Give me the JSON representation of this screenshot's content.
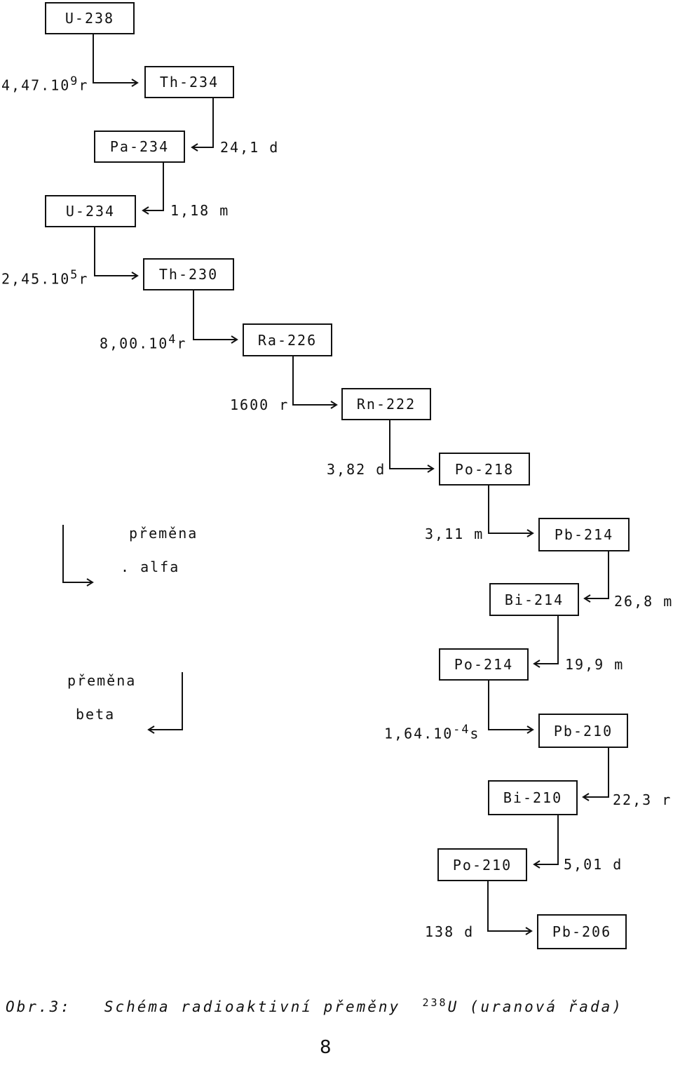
{
  "nodes": {
    "u238": "U-238",
    "th234": "Th-234",
    "pa234": "Pa-234",
    "u234": "U-234",
    "th230": "Th-230",
    "ra226": "Ra-226",
    "rn222": "Rn-222",
    "po218": "Po-218",
    "pb214": "Pb-214",
    "bi214": "Bi-214",
    "po214": "Po-214",
    "pb210": "Pb-210",
    "bi210": "Bi-210",
    "po210": "Po-210",
    "pb206": "Pb-206"
  },
  "halflives": {
    "u238": {
      "base": "4,47.10",
      "exp": "9",
      "unit": "r"
    },
    "th234": "24,1 d",
    "pa234": "1,18 m",
    "u234": {
      "base": "2,45.10",
      "exp": "5",
      "unit": "r"
    },
    "th230": {
      "base": "8,00.10",
      "exp": "4",
      "unit": "r"
    },
    "ra226": "1600 r",
    "rn222": "3,82 d",
    "po218": "3,11 m",
    "pb214": "26,8 m",
    "bi214": "19,9 m",
    "po214": {
      "base": "1,64.10",
      "exp": "-4",
      "unit": "s"
    },
    "pb210": "22,3 r",
    "bi210": "5,01 d",
    "po210": "138 d"
  },
  "legend": {
    "alpha_line1": "přeměna",
    "alpha_line2": ". alfa",
    "beta_line1": "přeměna",
    "beta_line2": "beta"
  },
  "caption": {
    "prefix": "Obr.3:",
    "text": "Schéma radioaktivní přeměny",
    "isotope_mass": "238",
    "isotope_symbol": "U",
    "suffix": "(uranová řada)"
  },
  "page_number": "8"
}
